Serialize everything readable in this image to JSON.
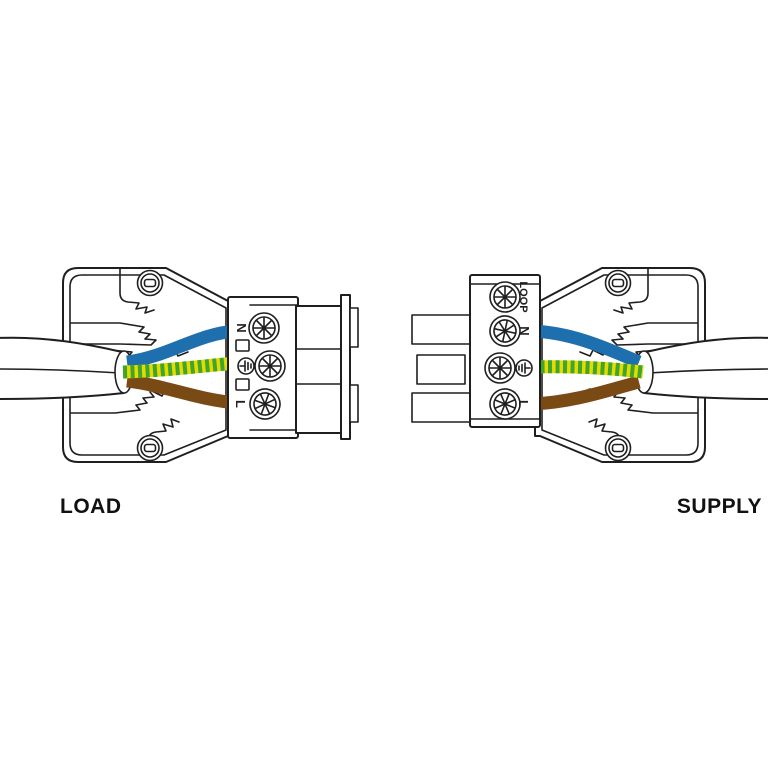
{
  "page": {
    "background": "#ffffff"
  },
  "colors": {
    "outline": "#1f1f1f",
    "blue_wire": "#1e6fae",
    "green_wire": "#3fa52e",
    "yellow_wire": "#e5db00",
    "brown_wire": "#7a4a15",
    "body_fill": "#ffffff"
  },
  "load_connector": {
    "label": "LOAD",
    "terminal_labels": {
      "n": "N",
      "earth": "⏚",
      "l": "L"
    },
    "terminals": [
      "N",
      "earth",
      "L"
    ],
    "wires": [
      {
        "color_name": "blue",
        "terminal": "N"
      },
      {
        "color_name": "green-yellow",
        "terminal": "earth"
      },
      {
        "color_name": "brown",
        "terminal": "L"
      }
    ]
  },
  "supply_connector": {
    "label": "SUPPLY",
    "terminal_labels": {
      "loop": "LOOP",
      "n": "N",
      "earth": "⏚",
      "l": "L"
    },
    "terminals": [
      "LOOP",
      "N",
      "earth",
      "L"
    ],
    "wires": [
      {
        "color_name": "blue",
        "terminal": "N"
      },
      {
        "color_name": "green-yellow",
        "terminal": "earth"
      },
      {
        "color_name": "brown",
        "terminal": "L"
      }
    ]
  }
}
